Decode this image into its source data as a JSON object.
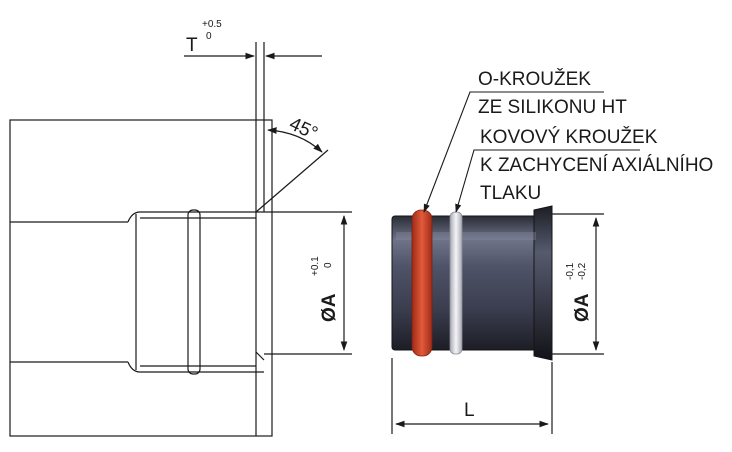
{
  "callouts": {
    "o_ring_line1": "O-KROUŽEK",
    "o_ring_line2": "ZE SILIKONU HT",
    "metal_ring_line1": "KOVOVÝ KROUŽEK",
    "metal_ring_line2": "K ZACHYCENÍ AXIÁLNÍHO",
    "metal_ring_line3": "TLAKU"
  },
  "dimensions": {
    "depth_label": "T",
    "depth_tol_upper": "+0.5",
    "depth_tol_lower": "0",
    "angle_label": "45°",
    "bore_label": "ØA",
    "bore_tol_upper": "+0.1",
    "bore_tol_lower": "0",
    "fitting_label": "ØA",
    "fitting_tol_upper": "-0,1",
    "fitting_tol_lower": "-0,2",
    "length_label": "L"
  },
  "colors": {
    "o_ring": "#d1462b",
    "metal_ring": "#e3e3ea",
    "fitting_body": "#4b4f63",
    "line": "#1a1a1a"
  }
}
